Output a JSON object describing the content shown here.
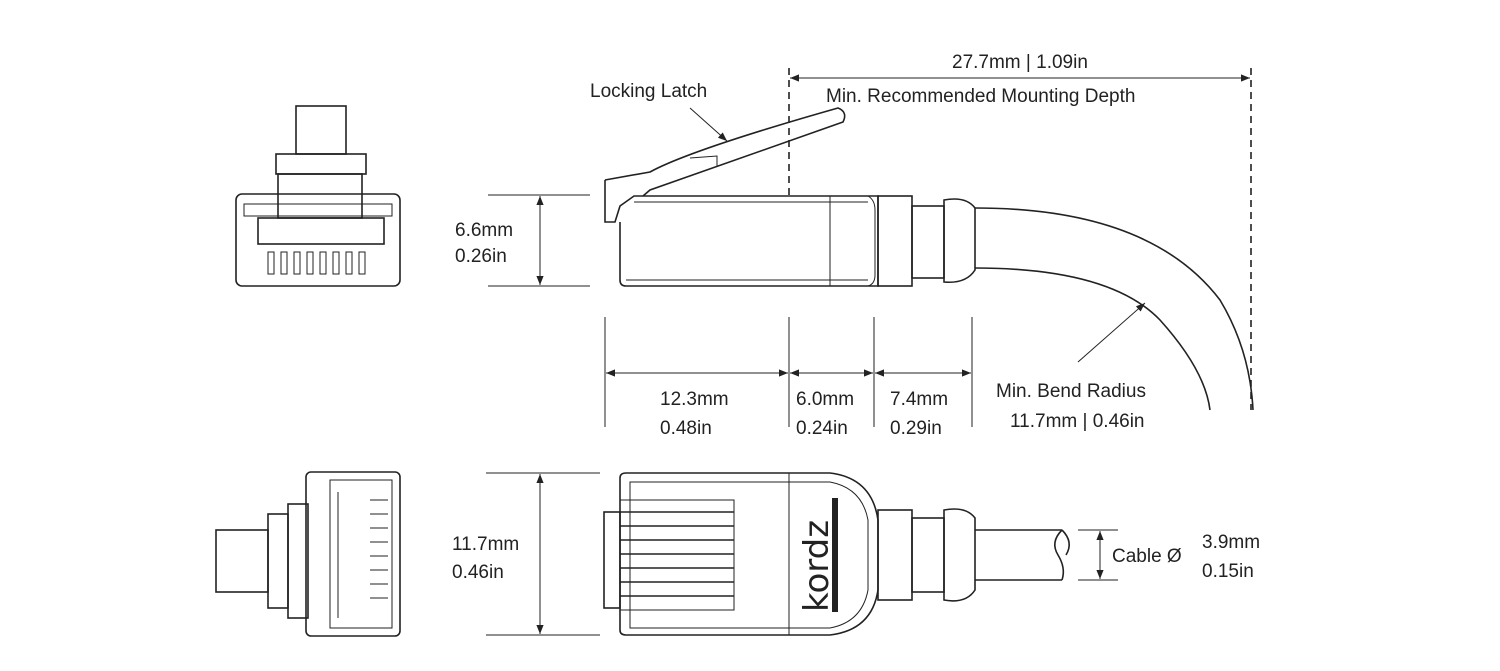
{
  "labels": {
    "locking_latch": "Locking Latch",
    "mount_depth_value": "27.7mm | 1.09in",
    "mount_depth_label": "Min. Recommended Mounting Depth",
    "height_mm": "6.6mm",
    "height_in": "0.26in",
    "seg1_mm": "12.3mm",
    "seg1_in": "0.48in",
    "seg2_mm": "6.0mm",
    "seg2_in": "0.24in",
    "seg3_mm": "7.4mm",
    "seg3_in": "0.29in",
    "bend_label": "Min. Bend Radius",
    "bend_value": "11.7mm | 0.46in",
    "width_mm": "11.7mm",
    "width_in": "0.46in",
    "cable_label": "Cable Ø",
    "cable_mm": "3.9mm",
    "cable_in": "0.15in"
  },
  "brand": "Kordz"
}
